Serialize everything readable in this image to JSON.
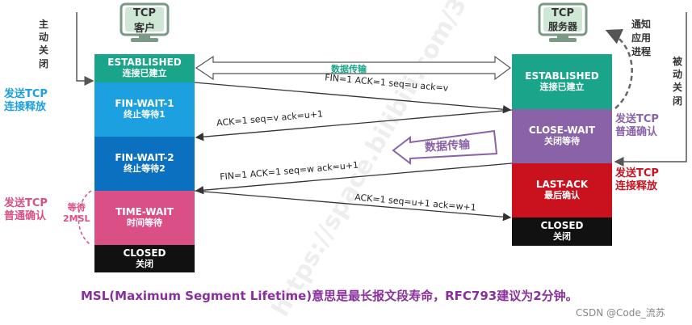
{
  "client": {
    "label": "TCP\n客户",
    "label_top": "TCP",
    "label_bottom": "客户",
    "active_close": [
      "主",
      "动",
      "关",
      "闭"
    ],
    "states": [
      {
        "name": "ESTABLISHED",
        "sub": "连接已建立",
        "color": "#1aa58a"
      },
      {
        "name": "FIN-WAIT-1",
        "sub": "终止等待1",
        "color": "#1ca0e0"
      },
      {
        "name": "FIN-WAIT-2",
        "sub": "终止等待2",
        "color": "#0a70bf"
      },
      {
        "name": "TIME-WAIT",
        "sub": "时间等待",
        "color": "#d94f86"
      },
      {
        "name": "CLOSED",
        "sub": "关闭",
        "color": "#111111"
      }
    ],
    "send_release": "发送TCP\n连接释放",
    "send_release_l1": "发送TCP",
    "send_release_l2": "连接释放",
    "send_ack": "发送TCP\n普通确认",
    "send_ack_l1": "发送TCP",
    "send_ack_l2": "普通确认",
    "wait_label_l1": "等待",
    "wait_label_l2": "2MSL"
  },
  "server": {
    "label_top": "TCP",
    "label_bottom": "服务器",
    "passive_close": [
      "被",
      "动",
      "关",
      "闭"
    ],
    "notify_l1": "通知",
    "notify_l2": "应用",
    "notify_l3": "进程",
    "states": [
      {
        "name": "ESTABLISHED",
        "sub": "连接已建立",
        "color": "#1aa58a"
      },
      {
        "name": "CLOSE-WAIT",
        "sub": "关闭等待",
        "color": "#8a62a8"
      },
      {
        "name": "LAST-ACK",
        "sub": "最后确认",
        "color": "#c9121e"
      },
      {
        "name": "CLOSED",
        "sub": "关闭",
        "color": "#111111"
      }
    ],
    "send_ack_l1": "发送TCP",
    "send_ack_l2": "普通确认",
    "send_release_l1": "发送TCP",
    "send_release_l2": "连接释放"
  },
  "data_transfer_top": "数据传输",
  "data_transfer_mid": "数据传输",
  "messages": [
    {
      "text": "FIN=1  ACK=1  seq=u  ack=v"
    },
    {
      "text": "ACK=1   seq=v   ack=u+1"
    },
    {
      "text": "FIN=1  ACK=1   seq=w   ack=u+1"
    },
    {
      "text": "ACK=1   seq=u+1  ack=w+1"
    }
  ],
  "footer": "MSL(Maximum Segment Lifetime)意思是最长报文段寿命，RFC793建议为2分钟。",
  "credit": "CSDN @Code_流苏",
  "colors": {
    "blue_text": "#1aa0e0",
    "purple_text": "#8a62a8",
    "red_text": "#c9121e",
    "pink_text": "#d94f86"
  }
}
